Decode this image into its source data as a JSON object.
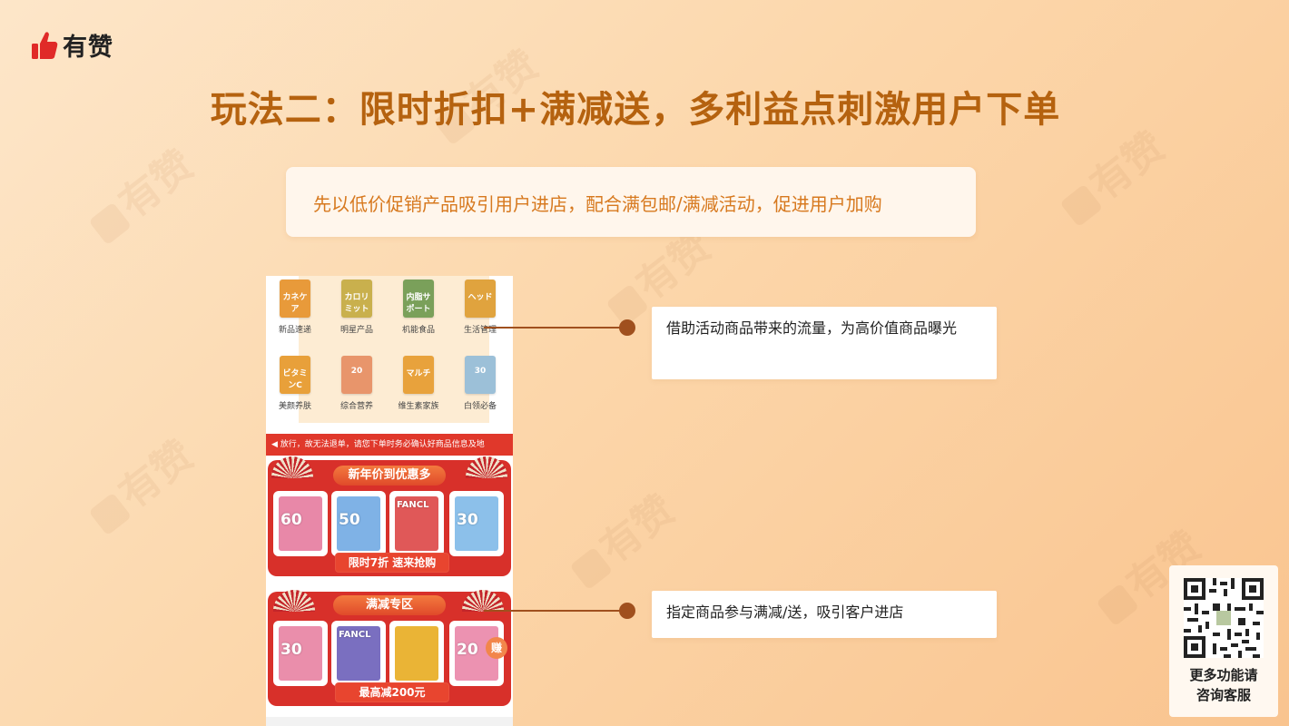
{
  "brand": {
    "name": "有赞",
    "logo_icon": "thumbs-up-icon",
    "logo_color": "#e02a28"
  },
  "watermark": "有赞",
  "title": "玩法二：限时折扣+满减送，多利益点刺激用户下单",
  "subtitle": "先以低价促销产品吸引用户进店，配合满包邮/满减活动，促进用户加购",
  "phone": {
    "categories": [
      {
        "label": "新品速递",
        "pack": "カネケア",
        "color": "#e89a3a"
      },
      {
        "label": "明星产品",
        "pack": "カロリミット",
        "color": "#c9b04d"
      },
      {
        "label": "机能食品",
        "pack": "内脂サポート",
        "color": "#7aa05a"
      },
      {
        "label": "生活管理",
        "pack": "ヘッド",
        "color": "#e0a33e"
      },
      {
        "label": "美颜养肤",
        "pack": "ビタミンC",
        "color": "#e8a03a"
      },
      {
        "label": "综合营养",
        "pack": "20",
        "color": "#e8956b"
      },
      {
        "label": "维生素家族",
        "pack": "マルチ",
        "color": "#e8a23c"
      },
      {
        "label": "白领必备",
        "pack": "30",
        "color": "#9cc0d8"
      }
    ],
    "ticker": "放行，故无法退单，请您下单时务必确认好商品信息及地",
    "banner1": {
      "title": "新年价到优惠多",
      "cards": [
        {
          "num": "60",
          "color": "#e888a8"
        },
        {
          "num": "50",
          "color": "#7fb2e6"
        },
        {
          "num": "FANCL",
          "color": "#e05858"
        },
        {
          "num": "30",
          "color": "#8cc0ea"
        }
      ],
      "button": "限时7折 速来抢购"
    },
    "banner2": {
      "title": "满减专区",
      "cards": [
        {
          "num": "30",
          "color": "#ea8eab"
        },
        {
          "num": "FANCL",
          "color": "#7a6fc0"
        },
        {
          "num": "",
          "color": "#eab436"
        },
        {
          "num": "20",
          "color": "#ec92b1"
        }
      ],
      "button": "最高减200元",
      "earn_badge": "赚"
    }
  },
  "callouts": [
    {
      "text": "借助活动商品带来的流量，为高价值商品曝光"
    },
    {
      "text": "指定商品参与满减/送，吸引客户进店"
    }
  ],
  "qr": {
    "label_line1": "更多功能请",
    "label_line2": "咨询客服"
  },
  "colors": {
    "title": "#b5620f",
    "subtitle": "#d7791f",
    "connector": "#a0501e"
  }
}
